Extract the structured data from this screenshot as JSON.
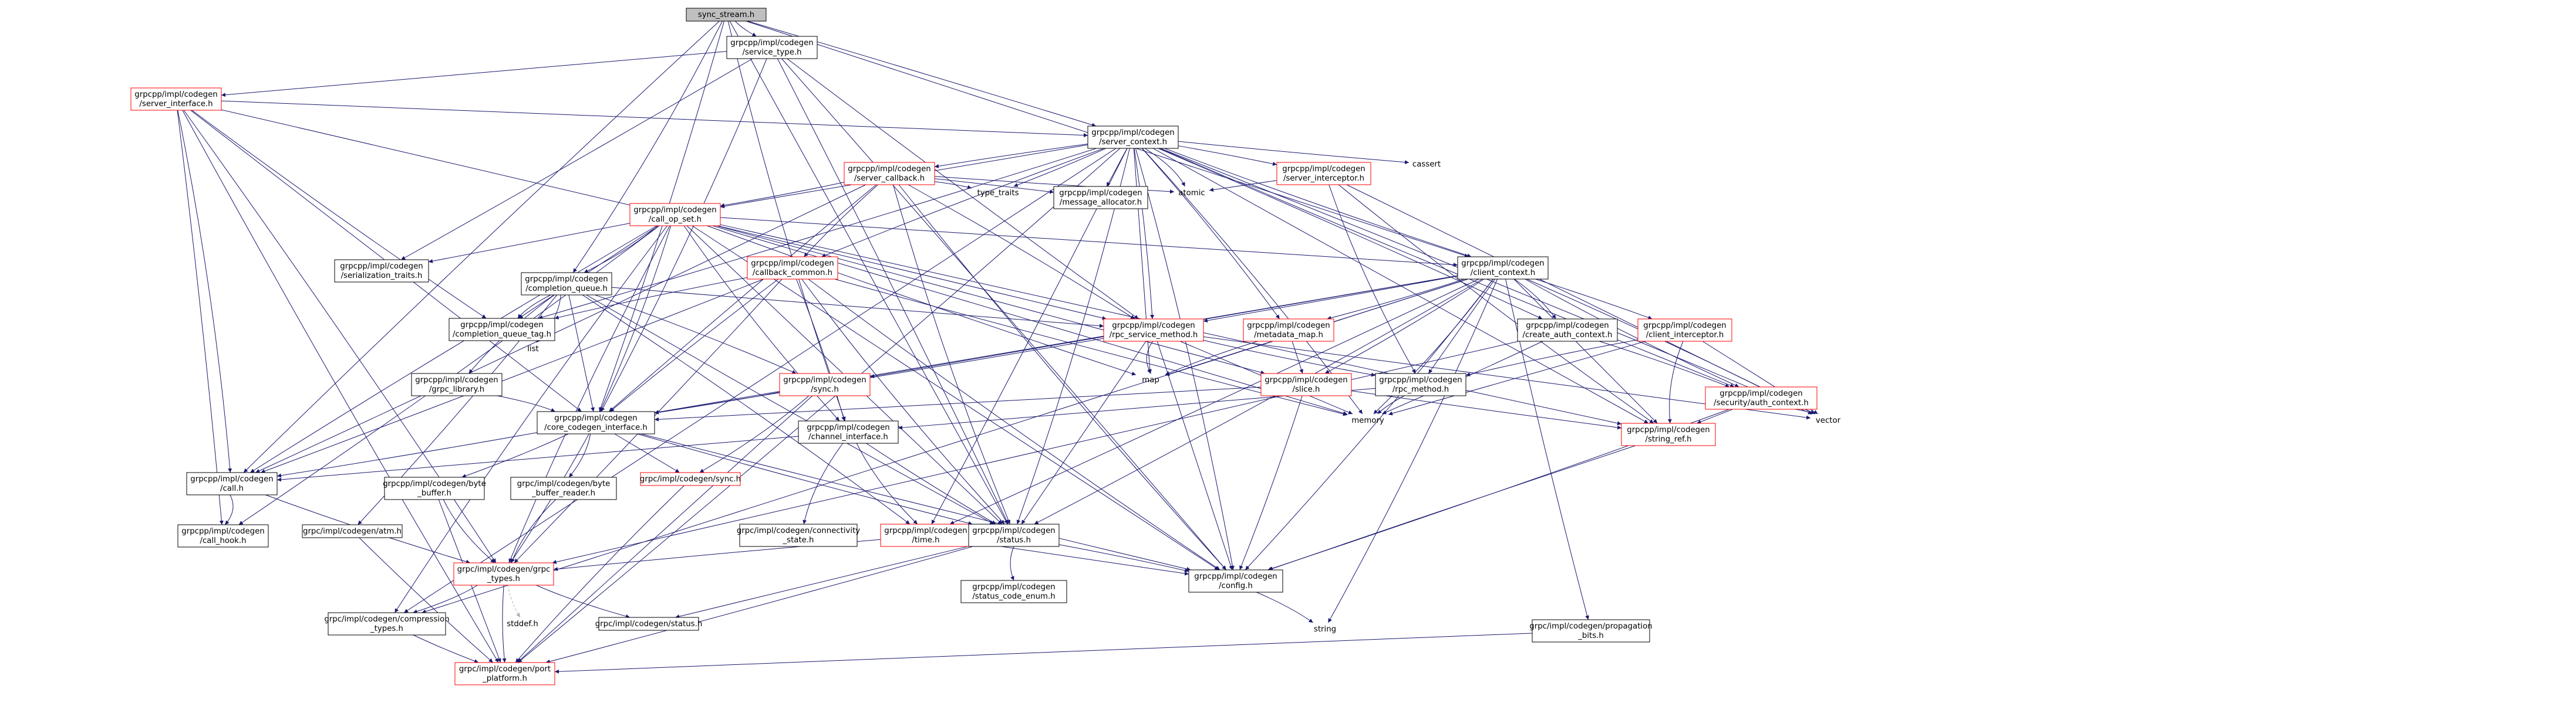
{
  "nodes": [
    {
      "id": "sync_stream",
      "lines": [
        "sync_stream.h"
      ],
      "style": "root"
    },
    {
      "id": "service_type",
      "lines": [
        "grpcpp/impl/codegen",
        "/service_type.h"
      ],
      "style": "black"
    },
    {
      "id": "server_interface",
      "lines": [
        "grpcpp/impl/codegen",
        "/server_interface.h"
      ],
      "style": "red"
    },
    {
      "id": "server_context",
      "lines": [
        "grpcpp/impl/codegen",
        "/server_context.h"
      ],
      "style": "black"
    },
    {
      "id": "server_callback",
      "lines": [
        "grpcpp/impl/codegen",
        "/server_callback.h"
      ],
      "style": "red"
    },
    {
      "id": "server_interceptor",
      "lines": [
        "grpcpp/impl/codegen",
        "/server_interceptor.h"
      ],
      "style": "red"
    },
    {
      "id": "cassert",
      "lines": [
        "cassert"
      ],
      "style": "ext"
    },
    {
      "id": "atomic",
      "lines": [
        "atomic"
      ],
      "style": "ext"
    },
    {
      "id": "type_traits",
      "lines": [
        "type_traits"
      ],
      "style": "ext"
    },
    {
      "id": "message_allocator",
      "lines": [
        "grpcpp/impl/codegen",
        "/message_allocator.h"
      ],
      "style": "black"
    },
    {
      "id": "call_op_set",
      "lines": [
        "grpcpp/impl/codegen",
        "/call_op_set.h"
      ],
      "style": "red"
    },
    {
      "id": "serialization_traits",
      "lines": [
        "grpcpp/impl/codegen",
        "/serialization_traits.h"
      ],
      "style": "black"
    },
    {
      "id": "completion_queue",
      "lines": [
        "grpcpp/impl/codegen",
        "/completion_queue.h"
      ],
      "style": "black"
    },
    {
      "id": "callback_common",
      "lines": [
        "grpcpp/impl/codegen",
        "/callback_common.h"
      ],
      "style": "red"
    },
    {
      "id": "client_context",
      "lines": [
        "grpcpp/impl/codegen",
        "/client_context.h"
      ],
      "style": "black"
    },
    {
      "id": "completion_queue_tag",
      "lines": [
        "grpcpp/impl/codegen",
        "/completion_queue_tag.h"
      ],
      "style": "black"
    },
    {
      "id": "list",
      "lines": [
        "list"
      ],
      "style": "ext"
    },
    {
      "id": "rpc_service_method",
      "lines": [
        "grpcpp/impl/codegen",
        "/rpc_service_method.h"
      ],
      "style": "red"
    },
    {
      "id": "metadata_map",
      "lines": [
        "grpcpp/impl/codegen",
        "/metadata_map.h"
      ],
      "style": "red"
    },
    {
      "id": "create_auth_context",
      "lines": [
        "grpcpp/impl/codegen",
        "/create_auth_context.h"
      ],
      "style": "black"
    },
    {
      "id": "client_interceptor",
      "lines": [
        "grpcpp/impl/codegen",
        "/client_interceptor.h"
      ],
      "style": "red"
    },
    {
      "id": "grpc_library",
      "lines": [
        "grpcpp/impl/codegen",
        "/grpc_library.h"
      ],
      "style": "black"
    },
    {
      "id": "sync",
      "lines": [
        "grpcpp/impl/codegen",
        "/sync.h"
      ],
      "style": "red"
    },
    {
      "id": "map",
      "lines": [
        "map"
      ],
      "style": "ext"
    },
    {
      "id": "slice",
      "lines": [
        "grpcpp/impl/codegen",
        "/slice.h"
      ],
      "style": "red"
    },
    {
      "id": "rpc_method",
      "lines": [
        "grpcpp/impl/codegen",
        "/rpc_method.h"
      ],
      "style": "black"
    },
    {
      "id": "security_auth_context",
      "lines": [
        "grpcpp/impl/codegen",
        "/security/auth_context.h"
      ],
      "style": "red"
    },
    {
      "id": "core_codegen_interface",
      "lines": [
        "grpcpp/impl/codegen",
        "/core_codegen_interface.h"
      ],
      "style": "black"
    },
    {
      "id": "channel_interface",
      "lines": [
        "grpcpp/impl/codegen",
        "/channel_interface.h"
      ],
      "style": "black"
    },
    {
      "id": "memory",
      "lines": [
        "memory"
      ],
      "style": "ext"
    },
    {
      "id": "string_ref",
      "lines": [
        "grpcpp/impl/codegen",
        "/string_ref.h"
      ],
      "style": "red"
    },
    {
      "id": "vector",
      "lines": [
        "vector"
      ],
      "style": "ext"
    },
    {
      "id": "call",
      "lines": [
        "grpcpp/impl/codegen",
        "/call.h"
      ],
      "style": "black"
    },
    {
      "id": "byte_buffer",
      "lines": [
        "grpcpp/impl/codegen/byte",
        "_buffer.h"
      ],
      "style": "black"
    },
    {
      "id": "byte_buffer_reader",
      "lines": [
        "grpc/impl/codegen/byte",
        "_buffer_reader.h"
      ],
      "style": "black"
    },
    {
      "id": "grpc_sync",
      "lines": [
        "grpc/impl/codegen/sync.h"
      ],
      "style": "red"
    },
    {
      "id": "connectivity_state",
      "lines": [
        "grpc/impl/codegen/connectivity",
        "_state.h"
      ],
      "style": "black"
    },
    {
      "id": "time",
      "lines": [
        "grpcpp/impl/codegen",
        "/time.h"
      ],
      "style": "red"
    },
    {
      "id": "status",
      "lines": [
        "grpcpp/impl/codegen",
        "/status.h"
      ],
      "style": "black"
    },
    {
      "id": "call_hook",
      "lines": [
        "grpcpp/impl/codegen",
        "/call_hook.h"
      ],
      "style": "black"
    },
    {
      "id": "atm",
      "lines": [
        "grpc/impl/codegen/atm.h"
      ],
      "style": "black"
    },
    {
      "id": "grpc_types",
      "lines": [
        "grpc/impl/codegen/grpc",
        "_types.h"
      ],
      "style": "red"
    },
    {
      "id": "status_code_enum",
      "lines": [
        "grpcpp/impl/codegen",
        "/status_code_enum.h"
      ],
      "style": "black"
    },
    {
      "id": "config",
      "lines": [
        "grpcpp/impl/codegen",
        "/config.h"
      ],
      "style": "black"
    },
    {
      "id": "compression_types",
      "lines": [
        "grpc/impl/codegen/compression",
        "_types.h"
      ],
      "style": "black"
    },
    {
      "id": "stddef",
      "lines": [
        "stddef.h"
      ],
      "style": "ext"
    },
    {
      "id": "grpc_status",
      "lines": [
        "grpc/impl/codegen/status.h"
      ],
      "style": "black"
    },
    {
      "id": "string",
      "lines": [
        "string"
      ],
      "style": "ext"
    },
    {
      "id": "propagation_bits",
      "lines": [
        "grpc/impl/codegen/propagation",
        "_bits.h"
      ],
      "style": "black"
    },
    {
      "id": "port_platform",
      "lines": [
        "grpc/impl/codegen/port",
        "_platform.h"
      ],
      "style": "red"
    }
  ],
  "edges": [
    [
      "sync_stream",
      "service_type"
    ],
    [
      "sync_stream",
      "server_context"
    ],
    [
      "sync_stream",
      "client_context"
    ],
    [
      "sync_stream",
      "call"
    ],
    [
      "sync_stream",
      "channel_interface"
    ],
    [
      "sync_stream",
      "completion_queue"
    ],
    [
      "sync_stream",
      "core_codegen_interface"
    ],
    [
      "sync_stream",
      "status"
    ],
    [
      "service_type",
      "server_interface"
    ],
    [
      "service_type",
      "serialization_traits"
    ],
    [
      "service_type",
      "core_codegen_interface"
    ],
    [
      "service_type",
      "rpc_service_method"
    ],
    [
      "service_type",
      "status"
    ],
    [
      "service_type",
      "config"
    ],
    [
      "server_interface",
      "server_context"
    ],
    [
      "server_interface",
      "call"
    ],
    [
      "server_interface",
      "call_hook"
    ],
    [
      "server_interface",
      "completion_queue_tag"
    ],
    [
      "server_interface",
      "core_codegen_interface"
    ],
    [
      "server_interface",
      "rpc_service_method"
    ],
    [
      "server_interface",
      "port_platform"
    ],
    [
      "server_interface",
      "grpc_types"
    ],
    [
      "server_context",
      "server_callback"
    ],
    [
      "server_context",
      "server_interceptor"
    ],
    [
      "server_context",
      "cassert"
    ],
    [
      "server_context",
      "atomic"
    ],
    [
      "server_context",
      "type_traits"
    ],
    [
      "server_context",
      "message_allocator"
    ],
    [
      "server_context",
      "call_op_set"
    ],
    [
      "server_context",
      "callback_common"
    ],
    [
      "server_context",
      "client_context"
    ],
    [
      "server_context",
      "completion_queue_tag"
    ],
    [
      "server_context",
      "rpc_service_method"
    ],
    [
      "server_context",
      "metadata_map"
    ],
    [
      "server_context",
      "create_auth_context"
    ],
    [
      "server_context",
      "security_auth_context"
    ],
    [
      "server_context",
      "string_ref"
    ],
    [
      "server_context",
      "vector"
    ],
    [
      "server_context",
      "memory"
    ],
    [
      "server_context",
      "map"
    ],
    [
      "server_context",
      "status"
    ],
    [
      "server_context",
      "time"
    ],
    [
      "server_context",
      "config"
    ],
    [
      "server_context",
      "compression_types"
    ],
    [
      "server_context",
      "port_platform"
    ],
    [
      "server_callback",
      "atomic"
    ],
    [
      "server_callback",
      "type_traits"
    ],
    [
      "server_callback",
      "message_allocator"
    ],
    [
      "server_callback",
      "call_op_set"
    ],
    [
      "server_callback",
      "callback_common"
    ],
    [
      "server_callback",
      "call"
    ],
    [
      "server_callback",
      "rpc_service_method"
    ],
    [
      "server_callback",
      "core_codegen_interface"
    ],
    [
      "server_callback",
      "status"
    ],
    [
      "server_callback",
      "config"
    ],
    [
      "server_interceptor",
      "atomic"
    ],
    [
      "server_interceptor",
      "vector"
    ],
    [
      "server_interceptor",
      "rpc_method"
    ],
    [
      "server_interceptor",
      "string_ref"
    ],
    [
      "call_op_set",
      "serialization_traits"
    ],
    [
      "call_op_set",
      "completion_queue"
    ],
    [
      "call_op_set",
      "client_context"
    ],
    [
      "call_op_set",
      "completion_queue_tag"
    ],
    [
      "call_op_set",
      "call"
    ],
    [
      "call_op_set",
      "call_hook"
    ],
    [
      "call_op_set",
      "core_codegen_interface"
    ],
    [
      "call_op_set",
      "slice"
    ],
    [
      "call_op_set",
      "status"
    ],
    [
      "call_op_set",
      "string_ref"
    ],
    [
      "call_op_set",
      "config"
    ],
    [
      "call_op_set",
      "compression_types"
    ],
    [
      "call_op_set",
      "grpc_types"
    ],
    [
      "call_op_set",
      "memory"
    ],
    [
      "call_op_set",
      "map"
    ],
    [
      "call_op_set",
      "channel_interface"
    ],
    [
      "completion_queue",
      "completion_queue_tag"
    ],
    [
      "completion_queue",
      "list"
    ],
    [
      "completion_queue",
      "grpc_library"
    ],
    [
      "completion_queue",
      "sync"
    ],
    [
      "completion_queue",
      "core_codegen_interface"
    ],
    [
      "completion_queue",
      "status"
    ],
    [
      "completion_queue",
      "time"
    ],
    [
      "completion_queue",
      "atm"
    ],
    [
      "completion_queue",
      "rpc_service_method"
    ],
    [
      "callback_common",
      "completion_queue_tag"
    ],
    [
      "callback_common",
      "call"
    ],
    [
      "callback_common",
      "core_codegen_interface"
    ],
    [
      "callback_common",
      "channel_interface"
    ],
    [
      "callback_common",
      "status"
    ],
    [
      "callback_common",
      "config"
    ],
    [
      "callback_common",
      "grpc_types"
    ],
    [
      "callback_common",
      "memory"
    ],
    [
      "client_context",
      "map"
    ],
    [
      "client_context",
      "memory"
    ],
    [
      "client_context",
      "string"
    ],
    [
      "client_context",
      "vector"
    ],
    [
      "client_context",
      "create_auth_context"
    ],
    [
      "client_context",
      "client_interceptor"
    ],
    [
      "client_context",
      "metadata_map"
    ],
    [
      "client_context",
      "rpc_method"
    ],
    [
      "client_context",
      "slice"
    ],
    [
      "client_context",
      "status"
    ],
    [
      "client_context",
      "string_ref"
    ],
    [
      "client_context",
      "sync"
    ],
    [
      "client_context",
      "time"
    ],
    [
      "client_context",
      "config"
    ],
    [
      "client_context",
      "core_codegen_interface"
    ],
    [
      "client_context",
      "security_auth_context"
    ],
    [
      "client_context",
      "propagation_bits"
    ],
    [
      "client_context",
      "compression_types"
    ],
    [
      "client_context",
      "rpc_service_method"
    ],
    [
      "rpc_service_method",
      "map"
    ],
    [
      "rpc_service_method",
      "memory"
    ],
    [
      "rpc_service_method",
      "vector"
    ],
    [
      "rpc_service_method",
      "rpc_method"
    ],
    [
      "rpc_service_method",
      "status"
    ],
    [
      "rpc_service_method",
      "config"
    ],
    [
      "rpc_service_method",
      "core_codegen_interface"
    ],
    [
      "metadata_map",
      "map"
    ],
    [
      "metadata_map",
      "slice"
    ],
    [
      "create_auth_context",
      "memory"
    ],
    [
      "create_auth_context",
      "security_auth_context"
    ],
    [
      "create_auth_context",
      "grpc_types"
    ],
    [
      "client_interceptor",
      "memory"
    ],
    [
      "client_interceptor",
      "vector"
    ],
    [
      "client_interceptor",
      "rpc_method"
    ],
    [
      "client_interceptor",
      "string_ref"
    ],
    [
      "grpc_library",
      "core_codegen_interface"
    ],
    [
      "sync",
      "core_codegen_interface"
    ],
    [
      "sync",
      "grpc_sync"
    ],
    [
      "sync",
      "port_platform"
    ],
    [
      "slice",
      "core_codegen_interface"
    ],
    [
      "slice",
      "string_ref"
    ],
    [
      "slice",
      "config"
    ],
    [
      "rpc_method",
      "memory"
    ],
    [
      "rpc_method",
      "channel_interface"
    ],
    [
      "security_auth_context",
      "vector"
    ],
    [
      "security_auth_context",
      "string_ref"
    ],
    [
      "security_auth_context",
      "config"
    ],
    [
      "core_codegen_interface",
      "call"
    ],
    [
      "core_codegen_interface",
      "byte_buffer"
    ],
    [
      "core_codegen_interface",
      "byte_buffer_reader"
    ],
    [
      "core_codegen_interface",
      "grpc_sync"
    ],
    [
      "core_codegen_interface",
      "grpc_types"
    ],
    [
      "core_codegen_interface",
      "status"
    ],
    [
      "core_codegen_interface",
      "config"
    ],
    [
      "channel_interface",
      "connectivity_state"
    ],
    [
      "channel_interface",
      "time"
    ],
    [
      "channel_interface",
      "status"
    ],
    [
      "channel_interface",
      "call"
    ],
    [
      "string_ref",
      "config"
    ],
    [
      "call",
      "call_hook"
    ],
    [
      "call",
      "grpc_types"
    ],
    [
      "byte_buffer",
      "grpc_types"
    ],
    [
      "byte_buffer",
      "port_platform"
    ],
    [
      "byte_buffer_reader",
      "grpc_types"
    ],
    [
      "grpc_sync",
      "port_platform"
    ],
    [
      "time",
      "grpc_types"
    ],
    [
      "time",
      "config"
    ],
    [
      "status",
      "status_code_enum"
    ],
    [
      "status",
      "grpc_status"
    ],
    [
      "status",
      "port_platform"
    ],
    [
      "status",
      "config"
    ],
    [
      "atm",
      "port_platform"
    ],
    [
      "grpc_types",
      "compression_types"
    ],
    [
      "grpc_types",
      "stddef"
    ],
    [
      "grpc_types",
      "grpc_status"
    ],
    [
      "grpc_types",
      "port_platform"
    ],
    [
      "config",
      "string"
    ],
    [
      "compression_types",
      "port_platform"
    ],
    [
      "propagation_bits",
      "port_platform"
    ]
  ],
  "colors": {
    "edge": "#191970",
    "red_border": "#ff0000",
    "root_fill": "#bfbfbf",
    "dashed_edge": "#b0b0b0"
  }
}
